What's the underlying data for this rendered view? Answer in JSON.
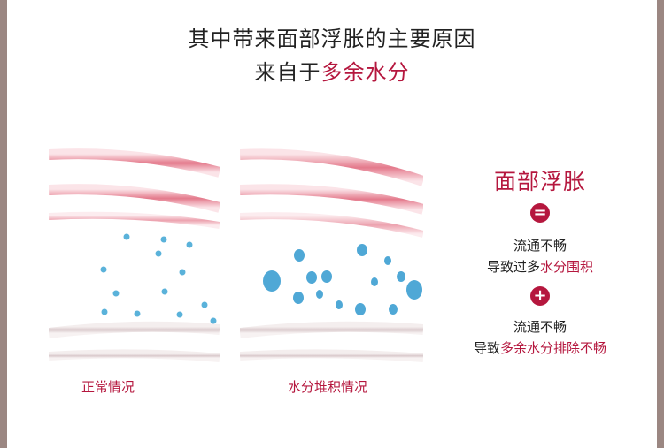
{
  "header": {
    "line1": "其中带来面部浮胀的主要原因",
    "line2_prefix": "来自于",
    "line2_highlight": "多余水分"
  },
  "panels": [
    {
      "caption": "正常情况"
    },
    {
      "caption": "水分堆积情况"
    }
  ],
  "right": {
    "title": "面部浮胀",
    "equals": "=",
    "plus": "+",
    "block1": {
      "line1": "流通不畅",
      "line2_prefix": "导致过多",
      "line2_highlight": "水分围积"
    },
    "block2": {
      "line1": "流通不畅",
      "line2_prefix": "导致",
      "line2_highlight": "多余水分排除不畅"
    }
  },
  "colors": {
    "accent": "#b5173e",
    "border": "#9b8782"
  }
}
